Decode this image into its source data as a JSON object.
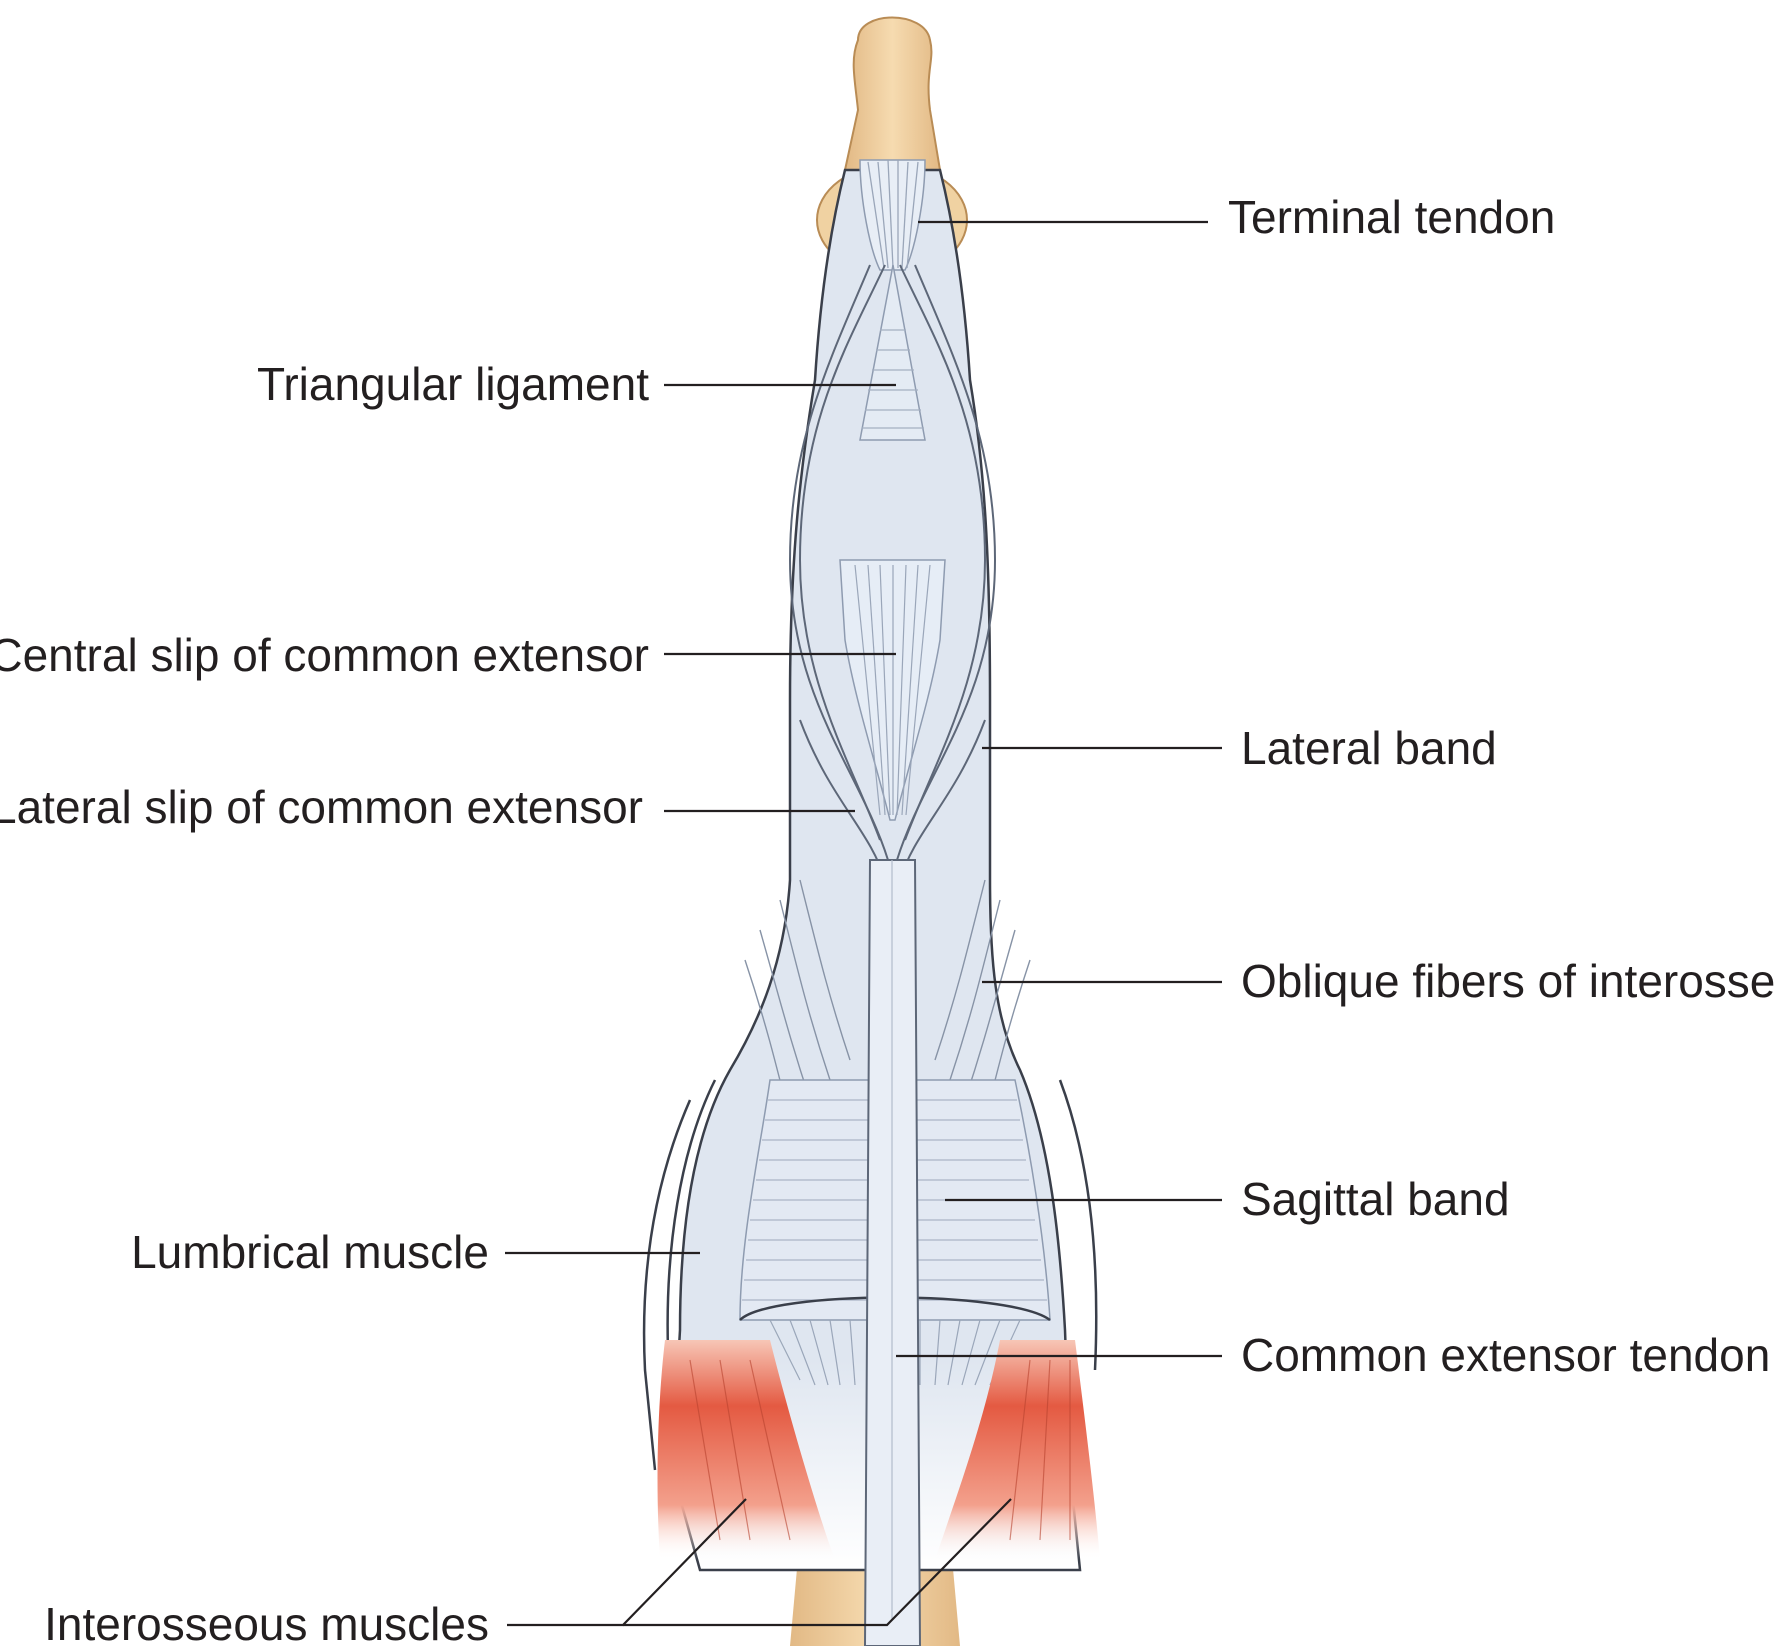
{
  "labels": {
    "terminal_tendon": "Terminal tendon",
    "triangular_ligament": "Triangular ligament",
    "central_slip": "Central slip of common extensor",
    "lateral_band": "Lateral band",
    "lateral_slip": "Lateral slip of common extensor",
    "oblique_fibers": "Oblique fibers of interossei",
    "sagittal_band": "Sagittal band",
    "lumbrical_muscle": "Lumbrical muscle",
    "common_extensor_tendon": "Common extensor tendon",
    "interosseous_muscles": "Interosseous muscles"
  },
  "colors": {
    "bone": "#f1d3a4",
    "bone_shade": "#e3bb82",
    "tendon": "#dde4ef",
    "tendon_light": "#eef2f8",
    "tendon_line": "#8e9bb0",
    "outline": "#3a3f4a",
    "muscle": "#e9624b",
    "muscle_light": "#f7b9a6",
    "leader": "#231f20"
  }
}
